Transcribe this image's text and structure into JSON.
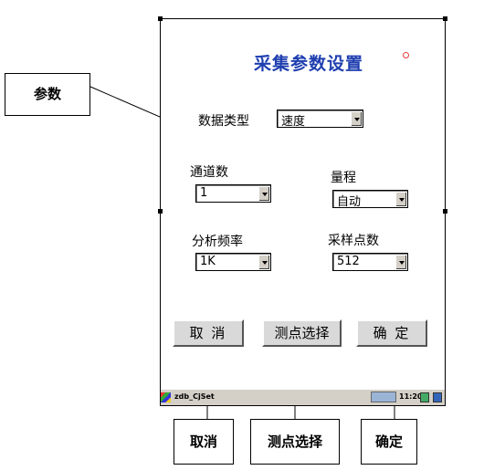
{
  "dialog": {
    "title": "采集参数设置",
    "data_type_label": "数据类型",
    "data_type_value": "速度",
    "channel_label": "通道数",
    "channel_value": "1",
    "range_label": "量程",
    "range_value": "自动",
    "freq_label": "分析频率",
    "freq_value": "1K",
    "points_label": "采样点数",
    "points_value": "512",
    "cancel_label": "取 消",
    "select_label": "测点选择",
    "ok_label": "确 定"
  },
  "taskbar": {
    "app_label": "zdb_CjSet",
    "clock": "11:20"
  },
  "callouts": {
    "params": "参数",
    "cancel": "取消",
    "select": "测点选择",
    "ok": "确定"
  },
  "colors": {
    "title": "#1f3fb0",
    "highlight_ellipse": "#e23b3b"
  }
}
